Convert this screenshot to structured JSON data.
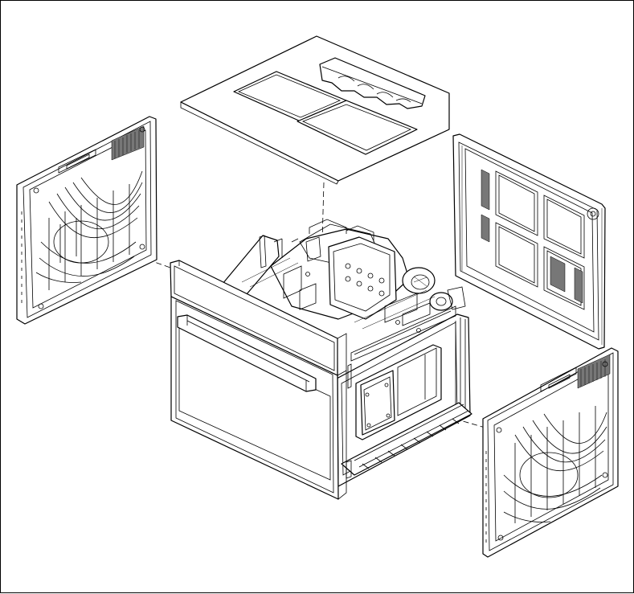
{
  "figure": {
    "title": "",
    "parts": [
      "top-cover",
      "left-side-panel",
      "rear-back-panel",
      "right-side-panel",
      "oven-body"
    ],
    "colors": {
      "line": "#000000",
      "background": "#ffffff",
      "mesh": "#777777"
    }
  }
}
